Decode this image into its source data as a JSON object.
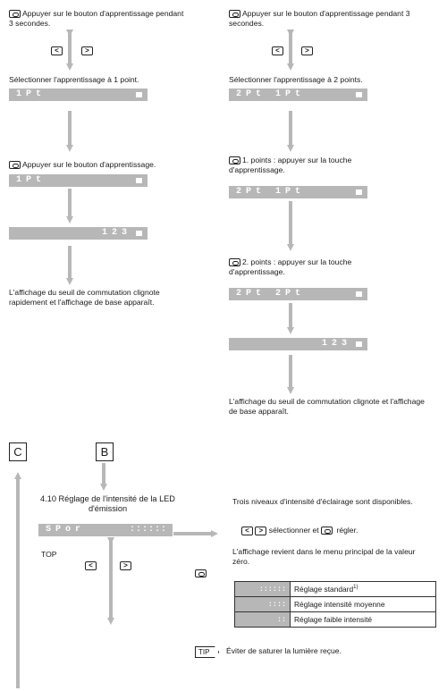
{
  "left": {
    "press3s": "Appuyer sur le bouton d'apprentissage pendant 3 secondes.",
    "select": "Sélectionner l'apprentissage à 1 point.",
    "lcd1": "1Pt",
    "press": "Appuyer sur le bouton d'apprentissage.",
    "lcd2": "1Pt",
    "lcd3": "123",
    "result": "L'affichage du seuil de commutation clignote rapidement et l'affichage de base apparaît."
  },
  "right": {
    "press3s": "Appuyer sur le bouton d'apprentissage pendant 3 secondes.",
    "select": "Sélectionner l'apprentissage à 2 points.",
    "lcd1": "2Pt 1Pt",
    "step1": "1. points : appuyer sur la touche d'apprentissage.",
    "lcd2": "2Pt 1Pt",
    "step2": "2. points : appuyer sur la touche d'apprentissage.",
    "lcd3": "2Pt 2Pt",
    "lcd4": "123",
    "result": "L'affichage du seuil de commutation clignote et l'affichage de base apparaît."
  },
  "keys": {
    "left": "<",
    "right": ">"
  },
  "bottom": {
    "box_c": "C",
    "box_b": "B",
    "section_title": "4.10 Réglage de l'intensité de la LED d'émission",
    "lcd": "SPor",
    "lcd_bars": "::::::",
    "top": "TOP",
    "levels_intro": "Trois niveaux d'intensité d'éclairage sont disponibles.",
    "select_text": "sélectionner et",
    "adjust_text": "régler.",
    "return_text": "L'affichage revient dans le menu principal de la valeur zéro.",
    "levels": [
      {
        "bars": "::::::",
        "label": "Réglage standard",
        "sup": "1)"
      },
      {
        "bars": "::::",
        "label": "Réglage intensité moyenne",
        "sup": ""
      },
      {
        "bars": "::",
        "label": "Réglage faible intensité",
        "sup": ""
      }
    ],
    "tip_label": "TIP",
    "tip_text": "Éviter de saturer la lumière reçue."
  }
}
